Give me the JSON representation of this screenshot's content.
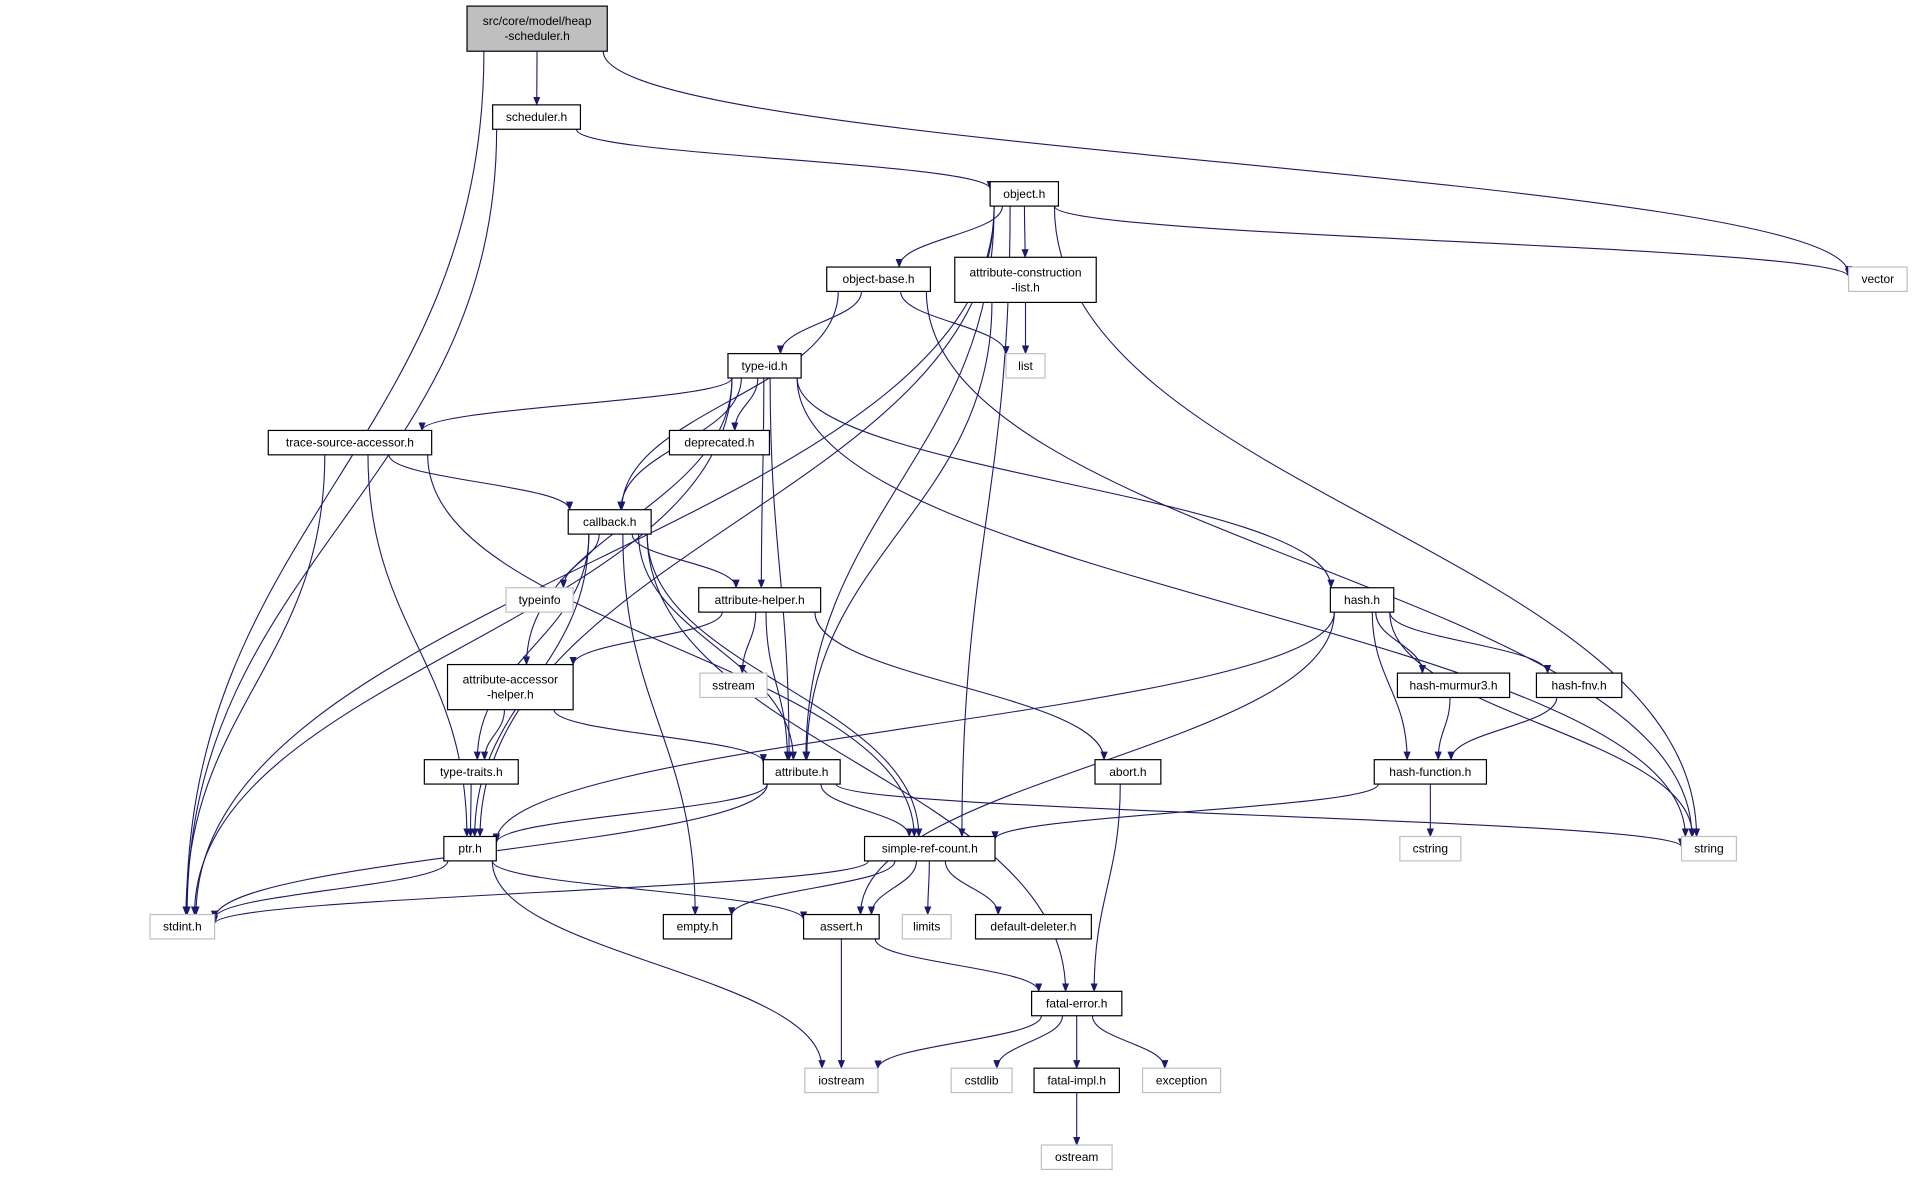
{
  "colors": {
    "edge": "#191970",
    "local_border": "#000000",
    "system_border": "#bfbfbf",
    "root_fill": "#bfbfbf",
    "node_fill": "#ffffff",
    "text": "#000000"
  },
  "nodes": [
    {
      "id": "root",
      "lines": [
        "src/core/model/heap",
        "-scheduler.h"
      ],
      "kind": "root"
    },
    {
      "id": "scheduler",
      "lines": [
        "scheduler.h"
      ],
      "kind": "local"
    },
    {
      "id": "object",
      "lines": [
        "object.h"
      ],
      "kind": "local"
    },
    {
      "id": "vector",
      "lines": [
        "vector"
      ],
      "kind": "system"
    },
    {
      "id": "object_base",
      "lines": [
        "object-base.h"
      ],
      "kind": "local"
    },
    {
      "id": "attr_cons",
      "lines": [
        "attribute-construction",
        "-list.h"
      ],
      "kind": "local"
    },
    {
      "id": "list",
      "lines": [
        "list"
      ],
      "kind": "system"
    },
    {
      "id": "type_id",
      "lines": [
        "type-id.h"
      ],
      "kind": "local"
    },
    {
      "id": "trace_src",
      "lines": [
        "trace-source-accessor.h"
      ],
      "kind": "local"
    },
    {
      "id": "deprecated",
      "lines": [
        "deprecated.h"
      ],
      "kind": "local"
    },
    {
      "id": "callback",
      "lines": [
        "callback.h"
      ],
      "kind": "local"
    },
    {
      "id": "typeinfo",
      "lines": [
        "typeinfo"
      ],
      "kind": "system"
    },
    {
      "id": "attr_helper",
      "lines": [
        "attribute-helper.h"
      ],
      "kind": "local"
    },
    {
      "id": "sstream",
      "lines": [
        "sstream"
      ],
      "kind": "system"
    },
    {
      "id": "attr_acc_helper",
      "lines": [
        "attribute-accessor",
        "-helper.h"
      ],
      "kind": "local"
    },
    {
      "id": "type_traits",
      "lines": [
        "type-traits.h"
      ],
      "kind": "local"
    },
    {
      "id": "attribute",
      "lines": [
        "attribute.h"
      ],
      "kind": "local"
    },
    {
      "id": "abort",
      "lines": [
        "abort.h"
      ],
      "kind": "local"
    },
    {
      "id": "hash",
      "lines": [
        "hash.h"
      ],
      "kind": "local"
    },
    {
      "id": "hash_murmur3",
      "lines": [
        "hash-murmur3.h"
      ],
      "kind": "local"
    },
    {
      "id": "hash_fnv",
      "lines": [
        "hash-fnv.h"
      ],
      "kind": "local"
    },
    {
      "id": "hash_function",
      "lines": [
        "hash-function.h"
      ],
      "kind": "local"
    },
    {
      "id": "cstring",
      "lines": [
        "cstring"
      ],
      "kind": "system"
    },
    {
      "id": "string",
      "lines": [
        "string"
      ],
      "kind": "system"
    },
    {
      "id": "ptr",
      "lines": [
        "ptr.h"
      ],
      "kind": "local"
    },
    {
      "id": "simple_ref",
      "lines": [
        "simple-ref-count.h"
      ],
      "kind": "local"
    },
    {
      "id": "stdint",
      "lines": [
        "stdint.h"
      ],
      "kind": "system"
    },
    {
      "id": "empty",
      "lines": [
        "empty.h"
      ],
      "kind": "local"
    },
    {
      "id": "assert",
      "lines": [
        "assert.h"
      ],
      "kind": "local"
    },
    {
      "id": "limits",
      "lines": [
        "limits"
      ],
      "kind": "system"
    },
    {
      "id": "default_deleter",
      "lines": [
        "default-deleter.h"
      ],
      "kind": "local"
    },
    {
      "id": "fatal_error",
      "lines": [
        "fatal-error.h"
      ],
      "kind": "local"
    },
    {
      "id": "iostream",
      "lines": [
        "iostream"
      ],
      "kind": "system"
    },
    {
      "id": "cstdlib",
      "lines": [
        "cstdlib"
      ],
      "kind": "system"
    },
    {
      "id": "fatal_impl",
      "lines": [
        "fatal-impl.h"
      ],
      "kind": "local"
    },
    {
      "id": "exception",
      "lines": [
        "exception"
      ],
      "kind": "system"
    },
    {
      "id": "ostream",
      "lines": [
        "ostream"
      ],
      "kind": "system"
    }
  ],
  "edges": [
    [
      "root",
      "scheduler"
    ],
    [
      "root",
      "stdint"
    ],
    [
      "root",
      "vector"
    ],
    [
      "scheduler",
      "object"
    ],
    [
      "scheduler",
      "stdint"
    ],
    [
      "object",
      "object_base"
    ],
    [
      "object",
      "attr_cons"
    ],
    [
      "object",
      "vector"
    ],
    [
      "object",
      "string"
    ],
    [
      "object",
      "ptr"
    ],
    [
      "object",
      "stdint"
    ],
    [
      "object",
      "attribute"
    ],
    [
      "object",
      "simple_ref"
    ],
    [
      "object_base",
      "type_id"
    ],
    [
      "object_base",
      "list"
    ],
    [
      "object_base",
      "callback"
    ],
    [
      "object_base",
      "string"
    ],
    [
      "attr_cons",
      "list"
    ],
    [
      "attr_cons",
      "attribute"
    ],
    [
      "type_id",
      "trace_src"
    ],
    [
      "type_id",
      "deprecated"
    ],
    [
      "type_id",
      "callback"
    ],
    [
      "type_id",
      "attr_helper"
    ],
    [
      "type_id",
      "attr_acc_helper"
    ],
    [
      "type_id",
      "attribute"
    ],
    [
      "type_id",
      "hash"
    ],
    [
      "type_id",
      "string"
    ],
    [
      "type_id",
      "stdint"
    ],
    [
      "trace_src",
      "callback"
    ],
    [
      "trace_src",
      "ptr"
    ],
    [
      "trace_src",
      "simple_ref"
    ],
    [
      "trace_src",
      "stdint"
    ],
    [
      "callback",
      "typeinfo"
    ],
    [
      "callback",
      "attr_helper"
    ],
    [
      "callback",
      "type_traits"
    ],
    [
      "callback",
      "ptr"
    ],
    [
      "callback",
      "attribute"
    ],
    [
      "callback",
      "simple_ref"
    ],
    [
      "callback",
      "empty"
    ],
    [
      "callback",
      "fatal_error"
    ],
    [
      "attr_helper",
      "sstream"
    ],
    [
      "attr_helper",
      "attr_acc_helper"
    ],
    [
      "attr_helper",
      "attribute"
    ],
    [
      "attr_helper",
      "abort"
    ],
    [
      "attr_acc_helper",
      "type_traits"
    ],
    [
      "attr_acc_helper",
      "attribute"
    ],
    [
      "type_traits",
      "ptr"
    ],
    [
      "attribute",
      "ptr"
    ],
    [
      "attribute",
      "simple_ref"
    ],
    [
      "attribute",
      "string"
    ],
    [
      "attribute",
      "stdint"
    ],
    [
      "abort",
      "fatal_error"
    ],
    [
      "hash",
      "hash_murmur3"
    ],
    [
      "hash",
      "hash_fnv"
    ],
    [
      "hash",
      "hash_function"
    ],
    [
      "hash",
      "string"
    ],
    [
      "hash",
      "ptr"
    ],
    [
      "hash",
      "assert"
    ],
    [
      "hash_murmur3",
      "hash_function"
    ],
    [
      "hash_fnv",
      "hash_function"
    ],
    [
      "hash_function",
      "cstring"
    ],
    [
      "hash_function",
      "simple_ref"
    ],
    [
      "ptr",
      "stdint"
    ],
    [
      "ptr",
      "assert"
    ],
    [
      "ptr",
      "iostream"
    ],
    [
      "simple_ref",
      "stdint"
    ],
    [
      "simple_ref",
      "empty"
    ],
    [
      "simple_ref",
      "assert"
    ],
    [
      "simple_ref",
      "limits"
    ],
    [
      "simple_ref",
      "default_deleter"
    ],
    [
      "assert",
      "iostream"
    ],
    [
      "assert",
      "fatal_error"
    ],
    [
      "fatal_error",
      "iostream"
    ],
    [
      "fatal_error",
      "cstdlib"
    ],
    [
      "fatal_error",
      "fatal_impl"
    ],
    [
      "fatal_error",
      "exception"
    ],
    [
      "fatal_impl",
      "ostream"
    ]
  ]
}
